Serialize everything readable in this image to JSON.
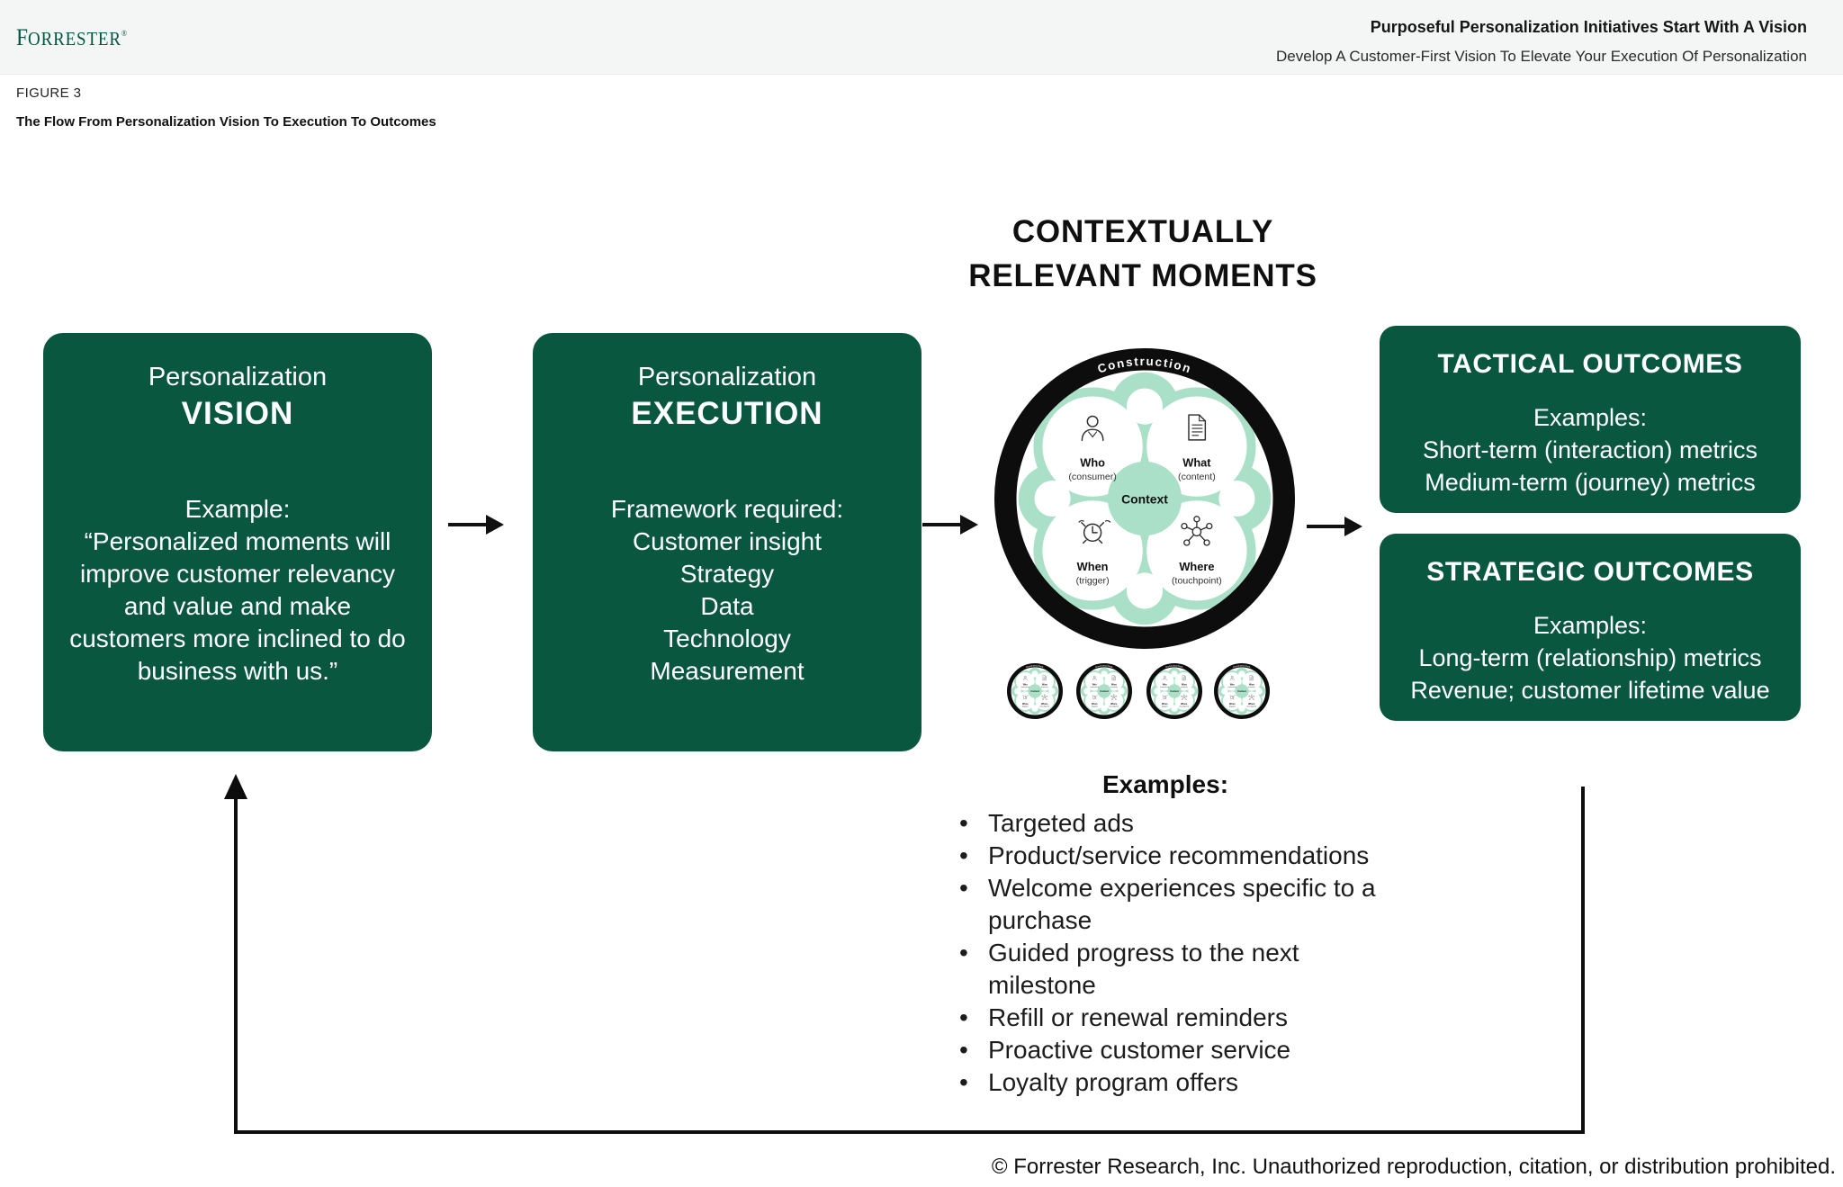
{
  "header": {
    "logo_text": "Forrester",
    "logo_f": "F",
    "logo_rest": "ORRESTER",
    "logo_registered": "®",
    "title_bold": "Purposeful Personalization Initiatives Start With A Vision",
    "subtitle": "Develop A Customer-First Vision To Elevate Your Execution Of Personalization"
  },
  "figure": {
    "label": "FIGURE 3",
    "title": "The Flow From Personalization Vision To Execution To Outcomes"
  },
  "heading": {
    "line1": "CONTEXTUALLY",
    "line2": "RELEVANT MOMENTS"
  },
  "vision_box": {
    "eyebrow": "Personalization",
    "title": "VISION",
    "example_label": "Example:",
    "example_text": "“Personalized moments will improve customer relevancy and value and make customers more inclined to do business with us.”"
  },
  "execution_box": {
    "eyebrow": "Personalization",
    "title": "EXECUTION",
    "framework_label": "Framework required:",
    "framework_items": [
      "Customer insight",
      "Strategy",
      "Data",
      "Technology",
      "Measurement"
    ]
  },
  "wheel": {
    "ring_label": "Construction",
    "center_label": "Context",
    "petals": [
      {
        "title": "Who",
        "subtitle": "(consumer)",
        "icon": "person-icon"
      },
      {
        "title": "What",
        "subtitle": "(content)",
        "icon": "document-icon"
      },
      {
        "title": "When",
        "subtitle": "(trigger)",
        "icon": "alarm-clock-icon"
      },
      {
        "title": "Where",
        "subtitle": "(touchpoint)",
        "icon": "network-icon"
      }
    ],
    "mini_wheel_count": 4
  },
  "tactical_box": {
    "title": "TACTICAL OUTCOMES",
    "examples_label": "Examples:",
    "items": [
      "Short-term (interaction) metrics",
      "Medium-term (journey) metrics"
    ]
  },
  "strategic_box": {
    "title": "STRATEGIC OUTCOMES",
    "examples_label": "Examples:",
    "items": [
      "Long-term (relationship) metrics",
      "Revenue; customer lifetime value"
    ]
  },
  "examples": {
    "label": "Examples:",
    "bullets": [
      "Targeted ads",
      "Product/service recommendations",
      "Welcome experiences specific to a purchase",
      "Guided progress to the next milestone",
      "Refill or renewal reminders",
      "Proactive customer service",
      "Loyalty program offers"
    ]
  },
  "footer": {
    "copyright": "© Forrester Research, Inc. Unauthorized reproduction, citation, or distribution prohibited."
  },
  "colors": {
    "box_green": "#0a5740",
    "mint_green": "#abe0c8",
    "ring_black": "#0d0d0d",
    "logo_green": "#00563f",
    "header_bg": "#f4f5f5"
  }
}
